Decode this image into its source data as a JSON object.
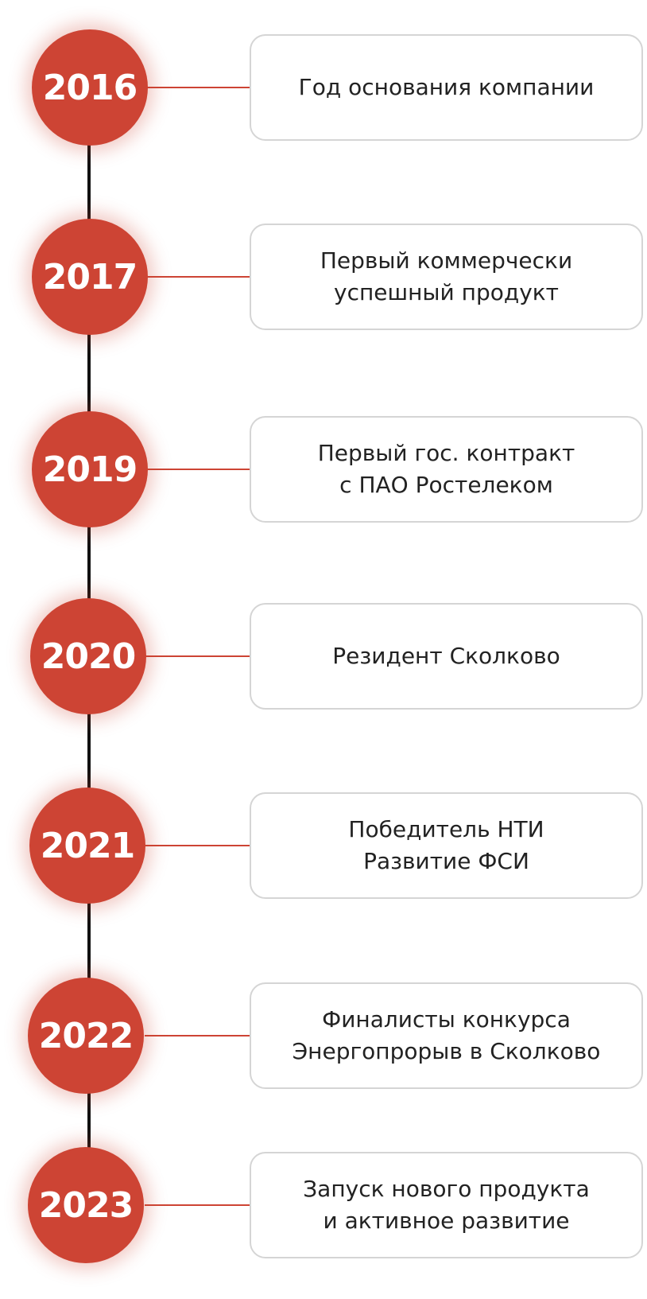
{
  "timeline": {
    "items": [
      {
        "year": "2016",
        "lines": [
          "Год основания компании"
        ]
      },
      {
        "year": "2017",
        "lines": [
          "Первый коммерчески",
          "успешный продукт"
        ]
      },
      {
        "year": "2019",
        "lines": [
          "Первый гос. контракт",
          "с ПАО Ростелеком"
        ]
      },
      {
        "year": "2020",
        "lines": [
          "Резидент Сколково"
        ]
      },
      {
        "year": "2021",
        "lines": [
          "Победитель НТИ",
          "Развитие ФСИ"
        ]
      },
      {
        "year": "2022",
        "lines": [
          "Финалисты конкурса",
          "Энергопрорыв в Сколково"
        ]
      },
      {
        "year": "2023",
        "lines": [
          "Запуск нового продукта",
          "и активное развитие"
        ]
      }
    ],
    "colors": {
      "accent": "#cd4434",
      "spine": "#111111",
      "card_border": "#d5d5d5",
      "text": "#222222"
    }
  }
}
